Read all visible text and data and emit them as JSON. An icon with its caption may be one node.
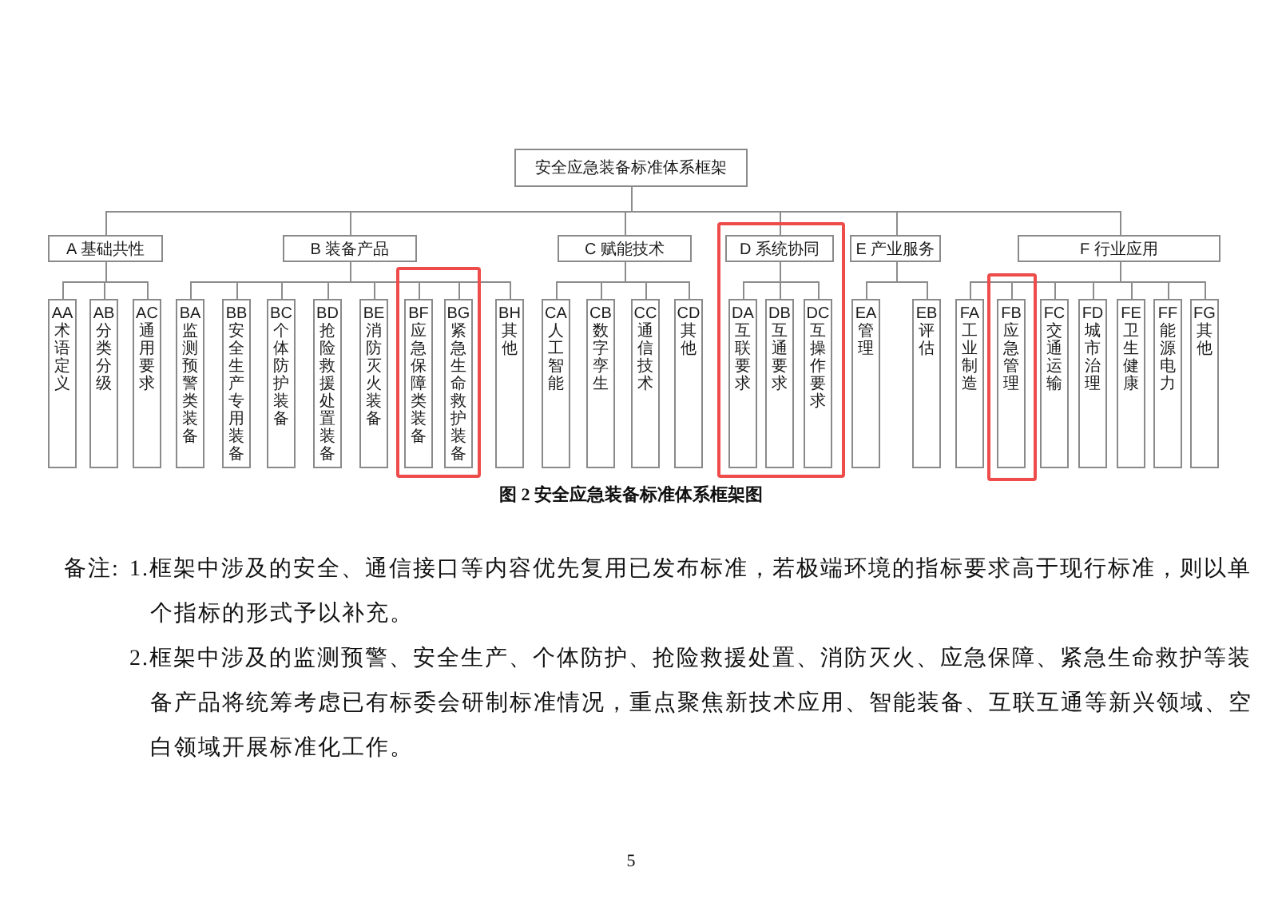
{
  "diagram": {
    "caption": "图 2 安全应急装备标准体系框架图",
    "nodes": [
      {
        "text": [
          "安全应急装备标准体系框架"
        ]
      },
      {
        "text": [
          "A 基础共性"
        ]
      },
      {
        "text": [
          "B 装备产品"
        ]
      },
      {
        "text": [
          "C 赋能技术"
        ]
      },
      {
        "text": [],
        "shape": "box"
      },
      {
        "text": [
          "D 系统协同"
        ],
        "in": 4
      },
      {
        "text": [
          "E 产业服务"
        ]
      },
      {
        "text": [
          "F 行业应用"
        ]
      },
      {
        "text": [
          "AA 术语定义"
        ]
      },
      {
        "text": [
          "AB 分类分级"
        ]
      },
      {
        "text": [
          "AC 通用要求"
        ]
      },
      {
        "text": [
          "BA 监测预警类装备"
        ]
      },
      {
        "text": [
          "BB 安全生产专用装备"
        ]
      },
      {
        "text": [
          "BC 个体防护装备"
        ]
      },
      {
        "text": [
          "BD 抢险救援处置装备"
        ]
      },
      {
        "text": [
          "BE 消防灭火装备"
        ]
      },
      {
        "text": [],
        "shape": "box"
      },
      {
        "text": [
          "BF 应急保障类装备"
        ],
        "in": 16
      },
      {
        "text": [
          "BG 紧急生命救护装备"
        ],
        "in": 16
      },
      {
        "text": [
          "BH 其他"
        ]
      },
      {
        "text": [
          "CA 人工智能"
        ]
      },
      {
        "text": [
          "CB 数字孪生"
        ]
      },
      {
        "text": [
          "CC 通信技术"
        ]
      },
      {
        "text": [
          "CD 其他"
        ]
      },
      {
        "text": [
          "DA 互联要求"
        ],
        "in": 4
      },
      {
        "text": [
          "DB 互通要求"
        ],
        "in": 4
      },
      {
        "text": [
          "DC 互操作要求"
        ],
        "in": 4
      },
      {
        "text": [
          "EA 管理"
        ]
      },
      {
        "text": [
          "EB 评估"
        ]
      },
      {
        "text": [
          "FA 工业制造"
        ]
      },
      {
        "text": [],
        "shape": "box"
      },
      {
        "text": [
          "FB 应急管理"
        ],
        "in": 30
      },
      {
        "text": [
          "FC 交通运输"
        ]
      },
      {
        "text": [
          "FD 城市治理"
        ]
      },
      {
        "text": [
          "FE 卫生健康"
        ]
      },
      {
        "text": [
          "FF 能源电力"
        ]
      },
      {
        "text": [
          "FG 其他"
        ]
      }
    ],
    "edges": [
      {
        "from": 0,
        "to": 1,
        "arrow": "none"
      },
      {
        "from": 0,
        "to": 2,
        "arrow": "none"
      },
      {
        "from": 0,
        "to": 3,
        "arrow": "none"
      },
      {
        "from": 0,
        "to": 5,
        "arrow": "none"
      },
      {
        "from": 0,
        "to": 6,
        "arrow": "none"
      },
      {
        "from": 0,
        "to": 7,
        "arrow": "none"
      },
      {
        "from": 1,
        "to": 8,
        "arrow": "none"
      },
      {
        "from": 1,
        "to": 9,
        "arrow": "none"
      },
      {
        "from": 1,
        "to": 10,
        "arrow": "none"
      },
      {
        "from": 2,
        "to": 11,
        "arrow": "none"
      },
      {
        "from": 2,
        "to": 12,
        "arrow": "none"
      },
      {
        "from": 2,
        "to": 13,
        "arrow": "none"
      },
      {
        "from": 2,
        "to": 14,
        "arrow": "none"
      },
      {
        "from": 2,
        "to": 15,
        "arrow": "none"
      },
      {
        "from": 2,
        "to": 17,
        "arrow": "none"
      },
      {
        "from": 2,
        "to": 18,
        "arrow": "none"
      },
      {
        "from": 2,
        "to": 19,
        "arrow": "none"
      },
      {
        "from": 3,
        "to": 20,
        "arrow": "none"
      },
      {
        "from": 3,
        "to": 21,
        "arrow": "none"
      },
      {
        "from": 3,
        "to": 22,
        "arrow": "none"
      },
      {
        "from": 3,
        "to": 23,
        "arrow": "none"
      },
      {
        "from": 5,
        "to": 24,
        "arrow": "none"
      },
      {
        "from": 5,
        "to": 25,
        "arrow": "none"
      },
      {
        "from": 5,
        "to": 26,
        "arrow": "none"
      },
      {
        "from": 6,
        "to": 27,
        "arrow": "none"
      },
      {
        "from": 6,
        "to": 28,
        "arrow": "none"
      },
      {
        "from": 7,
        "to": 29,
        "arrow": "none"
      },
      {
        "from": 7,
        "to": 31,
        "arrow": "none"
      },
      {
        "from": 7,
        "to": 32,
        "arrow": "none"
      },
      {
        "from": 7,
        "to": 33,
        "arrow": "none"
      },
      {
        "from": 7,
        "to": 34,
        "arrow": "none"
      },
      {
        "from": 7,
        "to": 35,
        "arrow": "none"
      },
      {
        "from": 7,
        "to": 36,
        "arrow": "none"
      }
    ],
    "labels": [
      "备注:",
      "1.框架中涉及的安全、通信接口等内容优先复用已发布标准，若极端环境的指标要求高于现行标准，则以单个指标的形式予以补充。",
      "2.框架中涉及的监测预警、安全生产、个体防护、抢险救援处置、消防灭火、应急保障、紧急生命救护等装备产品将统筹考虑已有标委会研制标准情况，重点聚焦新技术应用、智能装备、互联互通等新兴领域、空白领域开展标准化工作。",
      "5"
    ]
  }
}
